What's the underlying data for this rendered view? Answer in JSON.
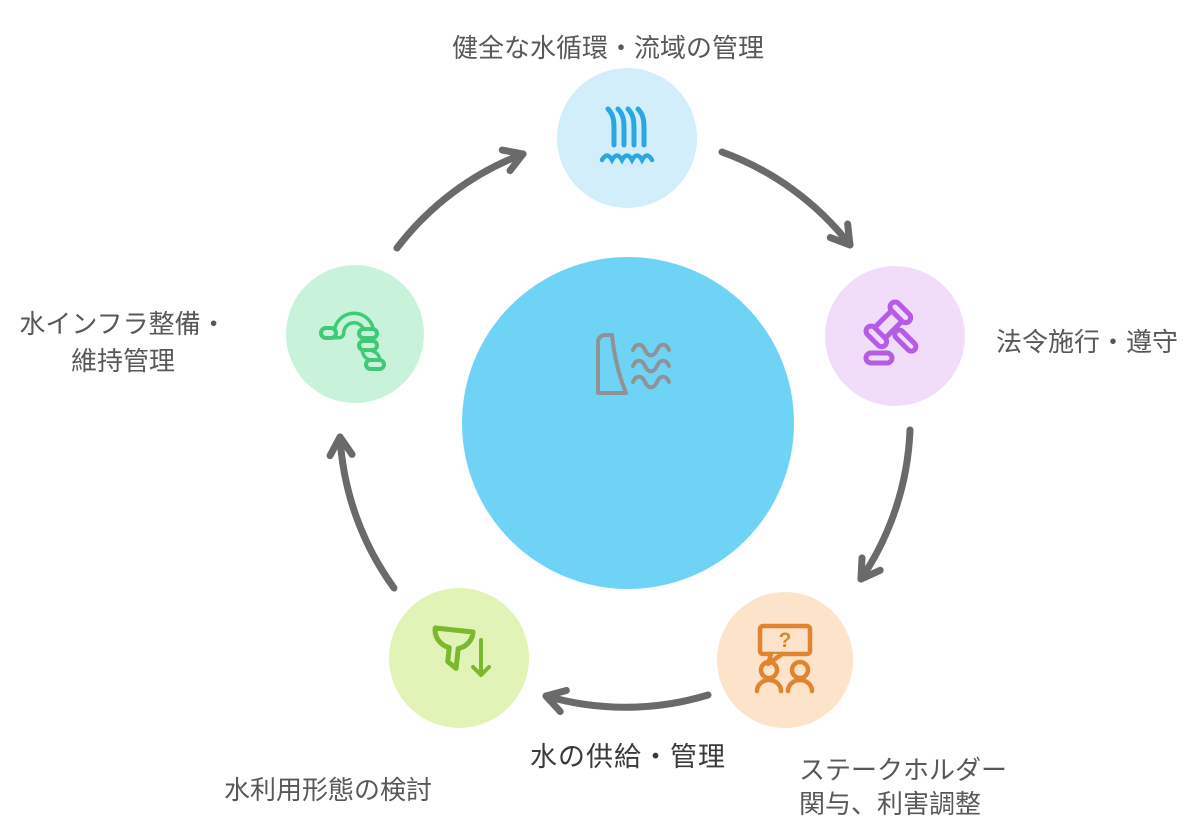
{
  "diagram": {
    "type": "cycle",
    "direction": "clockwise",
    "background": "#ffffff",
    "label_color": "#57585a",
    "arrows": {
      "color": "#6a6a6a",
      "count": 5,
      "style": "curved-clockwise"
    },
    "center": {
      "label": "水の供給・管理",
      "bg_color": "#6fd3f6",
      "icon": "dam-and-water-icon",
      "icon_color": "#8f9398",
      "text_color": "#3a3a3a"
    },
    "nodes": [
      {
        "position": "top",
        "label": "健全な水循環・流域の管理",
        "lines": [
          "健全な水循環・流域の管理"
        ],
        "bg_color": "#d3eefb",
        "icon": "waterfall-icon",
        "icon_color": "#2aa7e2"
      },
      {
        "position": "right",
        "label": "法令施行・遵守",
        "lines": [
          "法令施行・遵守"
        ],
        "bg_color": "#f1ddfa",
        "icon": "gavel-icon",
        "icon_color": "#b55ce5"
      },
      {
        "position": "bottom-right",
        "label": "ステークホルダー関与、利害調整",
        "lines": [
          "ステークホルダー",
          "関与、利害調整"
        ],
        "bg_color": "#fce3c9",
        "icon": "stakeholder-discussion-icon",
        "icon_color": "#e18430",
        "bubble_text": "?"
      },
      {
        "position": "bottom-left",
        "label": "水利用形態の検討",
        "lines": [
          "水利用形態の検討"
        ],
        "bg_color": "#e1f3b6",
        "icon": "funnel-filter-icon",
        "icon_color": "#7cb82d"
      },
      {
        "position": "left",
        "label": "水インフラ整備・維持管理",
        "lines": [
          "水インフラ整備・",
          "維持管理"
        ],
        "bg_color": "#c9f2da",
        "icon": "water-pipe-icon",
        "icon_color": "#3fca78"
      }
    ]
  }
}
